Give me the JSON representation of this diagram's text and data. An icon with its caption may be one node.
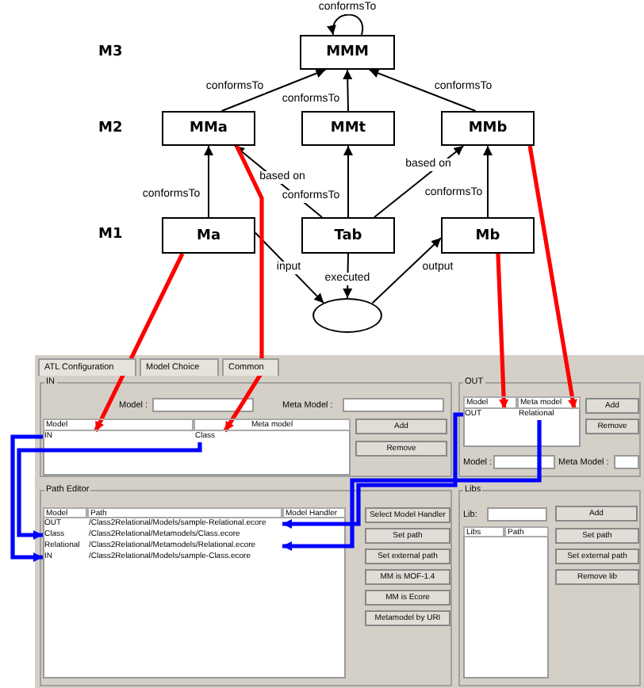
{
  "diagram": {
    "nodes": [
      {
        "text": [
          "MMM"
        ]
      },
      {
        "text": [
          "MMa"
        ]
      },
      {
        "text": [
          "MMt"
        ]
      },
      {
        "text": [
          "MMb"
        ]
      },
      {
        "text": [
          "Ma"
        ]
      },
      {
        "text": [
          "Tab"
        ]
      },
      {
        "text": [
          "Mb"
        ]
      },
      {
        "text": [],
        "shape": "ellipse"
      },
      {
        "text": [
          "IN"
        ]
      },
      {
        "text": [
          "Class"
        ]
      },
      {
        "text": [
          "OUT"
        ]
      },
      {
        "text": [
          "Relational"
        ]
      },
      {
        "text": [
          "OUT",
          "/Class2Relational/Models/sample-Relational.ecore"
        ]
      },
      {
        "text": [
          "Class",
          "/Class2Relational/Metamodels/Class.ecore"
        ]
      },
      {
        "text": [
          "Relational",
          "/Class2Relational/Metamodels/Relational.ecore"
        ]
      },
      {
        "text": [
          "IN",
          "/Class2Relational/Models/sample-Class.ecore"
        ]
      }
    ],
    "edges": [
      {
        "from": 0,
        "to": 0,
        "arrow": "to",
        "label": "conformsTo"
      },
      {
        "from": 1,
        "to": 0,
        "arrow": "to",
        "label": "conformsTo"
      },
      {
        "from": 2,
        "to": 0,
        "arrow": "to",
        "label": "conformsTo"
      },
      {
        "from": 3,
        "to": 0,
        "arrow": "to",
        "label": "conformsTo"
      },
      {
        "from": 4,
        "to": 1,
        "arrow": "to",
        "label": "conformsTo"
      },
      {
        "from": 5,
        "to": 1,
        "arrow": "to",
        "label": "based on"
      },
      {
        "from": 5,
        "to": 2,
        "arrow": "to",
        "label": "conformsTo"
      },
      {
        "from": 5,
        "to": 3,
        "arrow": "to",
        "label": "based on"
      },
      {
        "from": 6,
        "to": 3,
        "arrow": "to",
        "label": "conformsTo"
      },
      {
        "from": 4,
        "to": 7,
        "arrow": "to",
        "label": "input"
      },
      {
        "from": 5,
        "to": 7,
        "arrow": "to",
        "label": "executed"
      },
      {
        "from": 7,
        "to": 6,
        "arrow": "to",
        "label": "output"
      },
      {
        "from": 4,
        "to": 8,
        "arrow": "to",
        "style": "thick",
        "color": "#ff0000"
      },
      {
        "from": 1,
        "to": 9,
        "arrow": "to",
        "style": "thick",
        "color": "#ff0000"
      },
      {
        "from": 6,
        "to": 10,
        "arrow": "to",
        "style": "thick",
        "color": "#ff0000"
      },
      {
        "from": 3,
        "to": 11,
        "arrow": "to",
        "style": "thick",
        "color": "#ff0000"
      },
      {
        "from": 9,
        "to": 13,
        "arrow": "to",
        "style": "thick",
        "color": "#0000ff"
      },
      {
        "from": 8,
        "to": 15,
        "arrow": "to",
        "style": "thick",
        "color": "#0000ff"
      },
      {
        "from": 10,
        "to": 12,
        "arrow": "to",
        "style": "thick",
        "color": "#0000ff"
      },
      {
        "from": 11,
        "to": 14,
        "arrow": "to",
        "style": "thick",
        "color": "#0000ff"
      }
    ],
    "labels": [
      "M3",
      "M2",
      "M1",
      "ATL Configuration",
      "Model Choice",
      "Common",
      "IN",
      "Model :",
      "Meta Model :",
      "Add",
      "Remove",
      "Model",
      "Meta model",
      "OUT",
      "Model",
      "Meta model",
      "Add",
      "Remove",
      "Model :",
      "Meta Model :",
      "Path Editor",
      "Model",
      "Path",
      "Model Handler",
      "Select Model Handler",
      "Set path",
      "Set external path",
      "MM is MOF-1.4",
      "MM is Ecore",
      "Metamodel by URI",
      "Libs",
      "Lib:",
      "Add",
      "Libs",
      "Path",
      "Set path",
      "Set external path",
      "Remove lib"
    ]
  }
}
